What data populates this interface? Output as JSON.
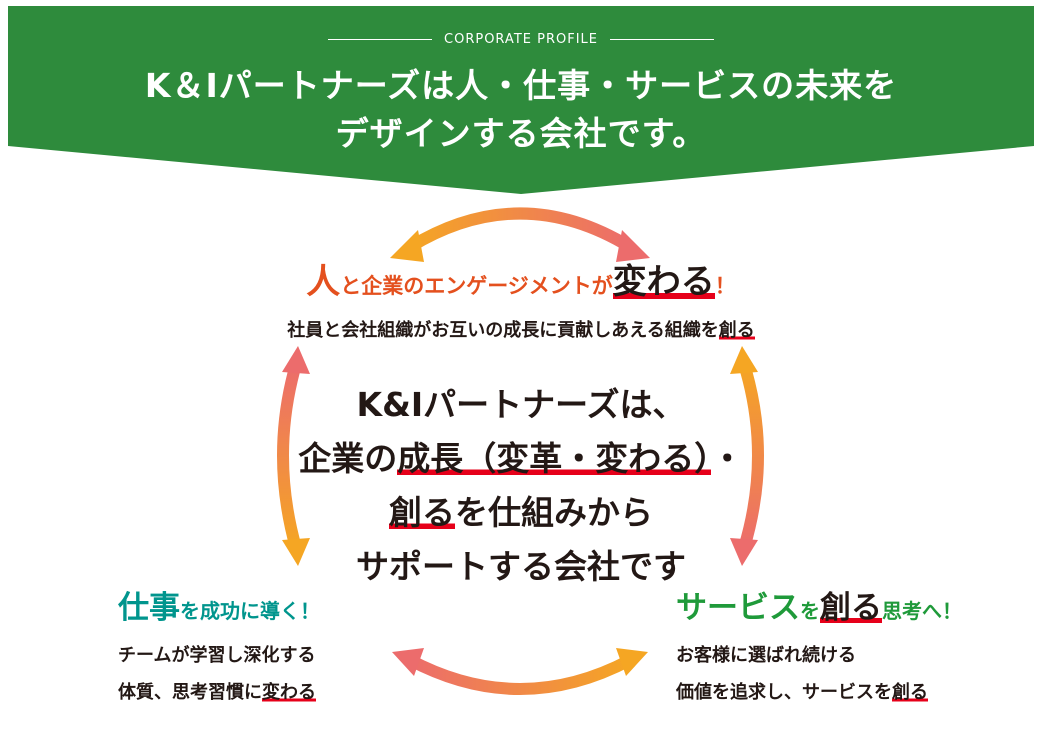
{
  "banner": {
    "subtitle": "CORPORATE PROFILE",
    "title_line1": "K＆Iパートナーズは人・仕事・サービスの未来を",
    "title_line2": "デザインする会社です。",
    "color": "#2e8b3c"
  },
  "top": {
    "heading_part1": "人",
    "heading_part2": "と企業のエンゲージメントが",
    "heading_part3": "変わる",
    "heading_part4": "！",
    "subtext_part1": "社員と会社組織がお互いの成長に貢献しあえる組織を",
    "subtext_part2": "創る",
    "color": "#e4501e"
  },
  "center": {
    "line1": "K&Iパートナーズは、",
    "line2_part1": "企業の",
    "line2_part2": "成長（変革・変わる）",
    "line2_part3": "・",
    "line3_part1": "創る",
    "line3_part2": "を仕組みから",
    "line4": "サポートする会社です"
  },
  "left": {
    "heading_part1": "仕事",
    "heading_part2": "を成功に導く！",
    "line1": "チームが学習し深化する",
    "line2_part1": "体質、思考習慣に",
    "line2_part2": "変わる",
    "color": "#00958d"
  },
  "right": {
    "heading_part1": "サービス",
    "heading_part2": "を",
    "heading_part3": "創る",
    "heading_part4": "思考へ！",
    "line1": "お客様に選ばれ続ける",
    "line2_part1": "価値を追求し、サービスを",
    "line2_part2": "創る",
    "color": "#1f9a3a"
  },
  "colors": {
    "arrow_orange": "#f5a623",
    "arrow_red": "#ec6c6c",
    "highlight": "#e6001a"
  }
}
